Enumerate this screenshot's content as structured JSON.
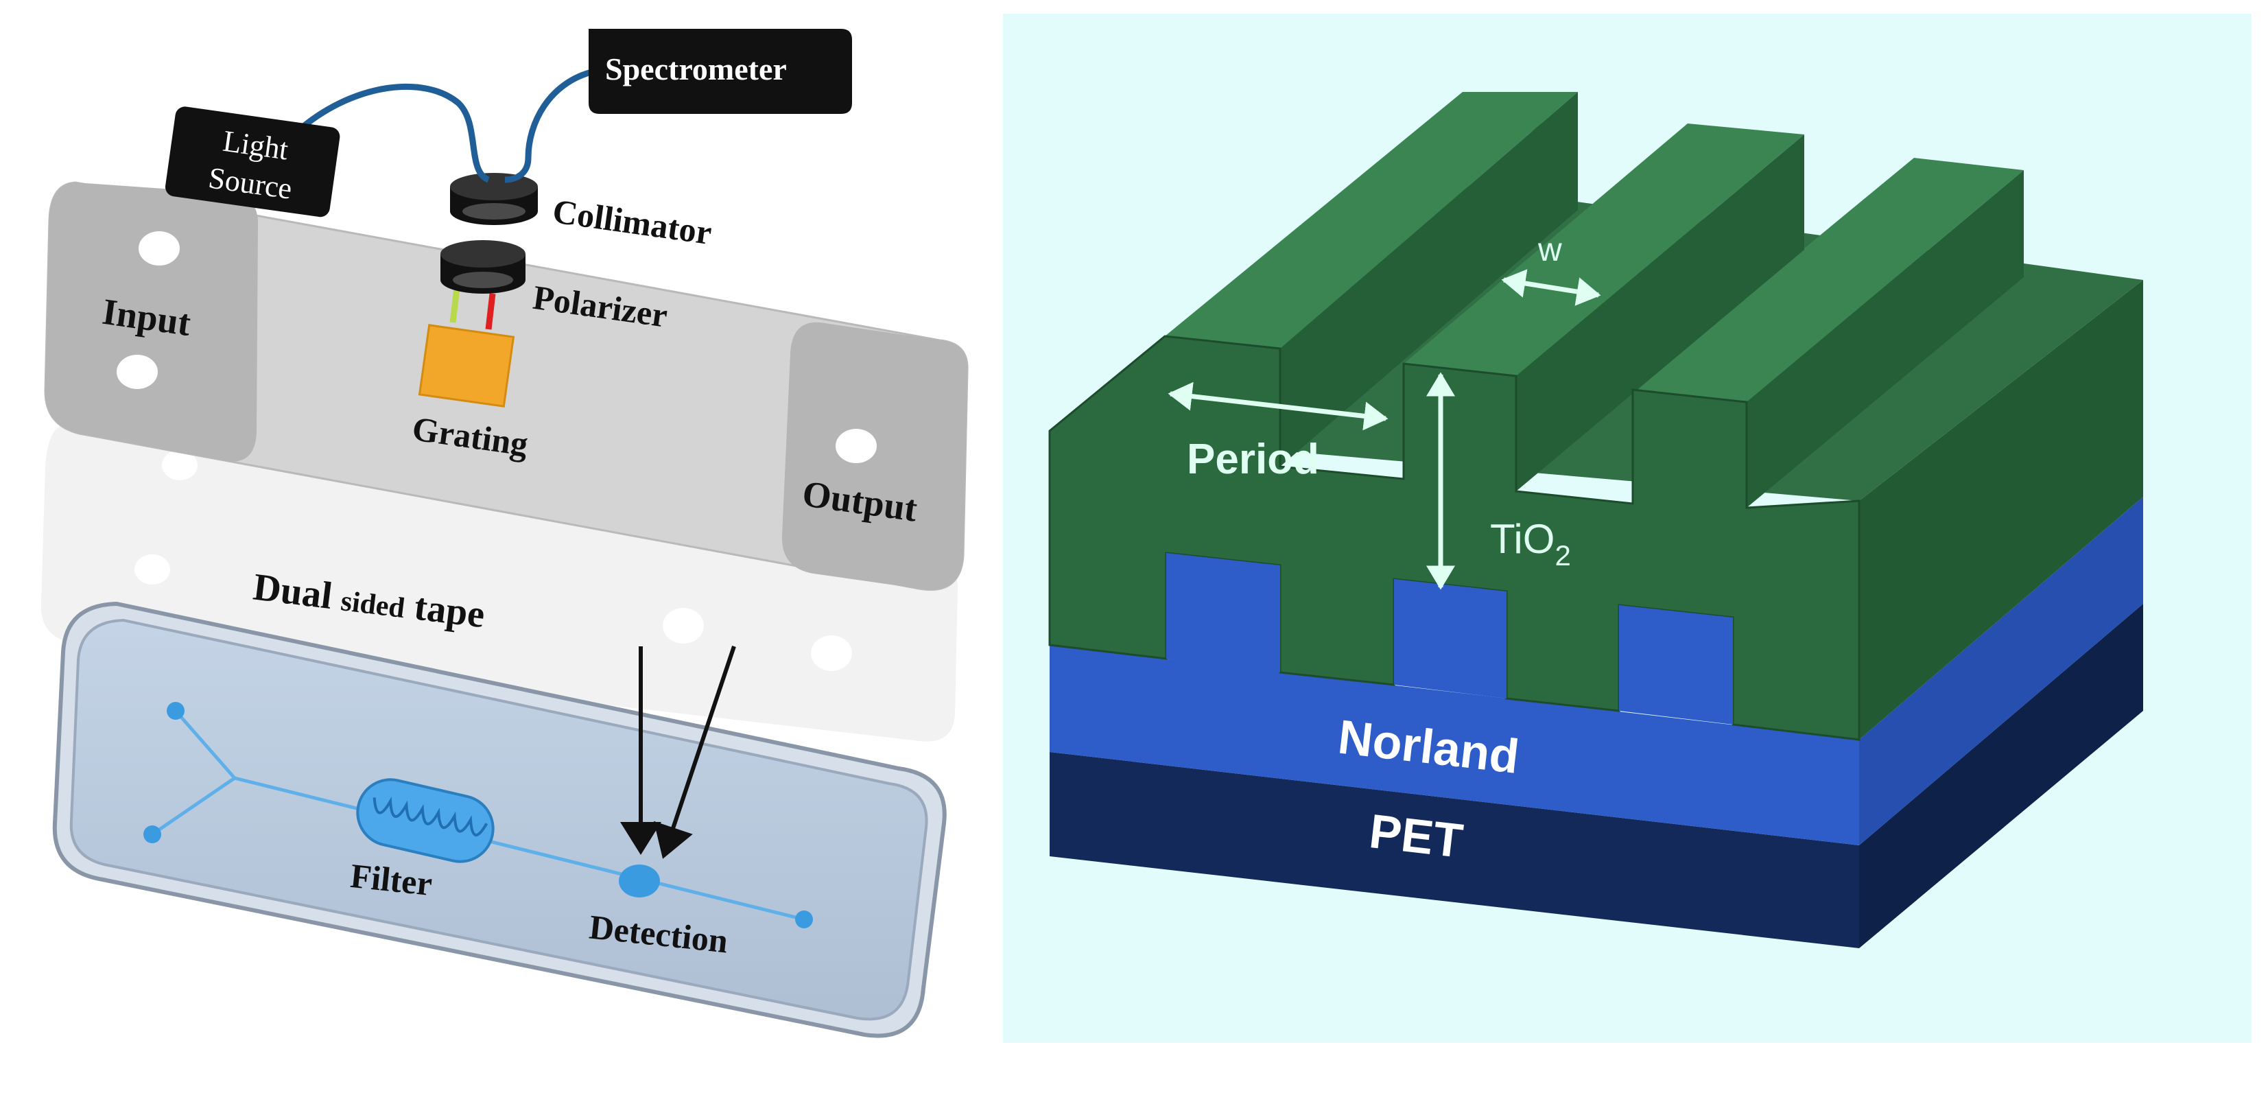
{
  "left_diagram": {
    "labels": {
      "spectrometer": "Spectrometer",
      "light_source_line1": "Light",
      "light_source_line2": "Source",
      "collimator": "Collimator",
      "polarizer": "Polarizer",
      "grating": "Grating",
      "input": "Input",
      "output": "Output",
      "tape_large": "Dual",
      "tape_small": "sided",
      "tape_end": "tape",
      "filter": "Filter",
      "detection": "Detection"
    }
  },
  "right_diagram": {
    "labels": {
      "width": "w",
      "period": "Period",
      "tio2_main": "TiO",
      "tio2_sub": "2",
      "norland": "Norland",
      "pet": "PET"
    }
  },
  "colors": {
    "panel_bg": "#e2fcfc",
    "tio2_front": "#2a6a3e",
    "tio2_top": "#347a4a",
    "tio2_side": "#215a33",
    "norland_front": "#2e5cc8",
    "norland_side": "#264fb0",
    "pet_front": "#12295a",
    "pet_side": "#0e2149",
    "annotation": "#dffff2",
    "fiber": "#1f5e96",
    "grating": "#f2a72a",
    "chip": "#b7c9dd",
    "channel": "#3a9be0"
  }
}
